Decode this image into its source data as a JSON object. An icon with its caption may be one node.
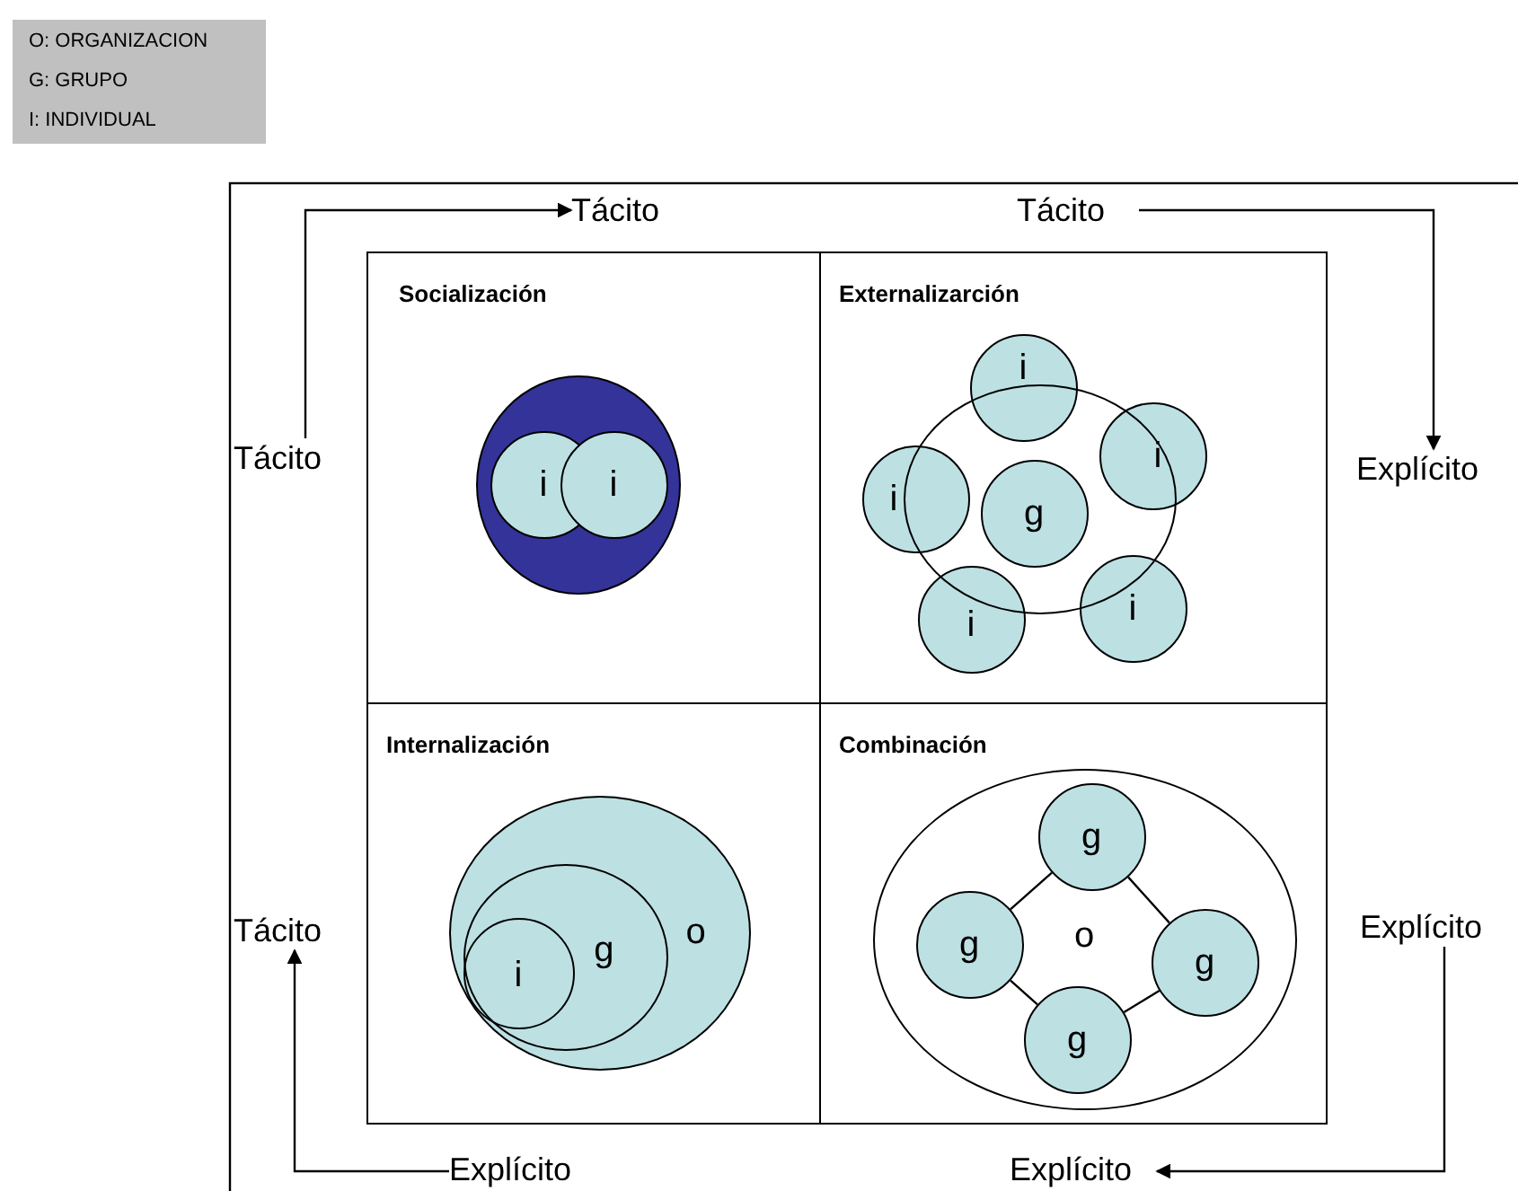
{
  "diagram": {
    "nodes": [
      {
        "text": [
          "O: ORGANIZACION",
          "G: GRUPO",
          "I: INDIVIDUAL"
        ]
      },
      {
        "text": [
          "Tácito"
        ]
      },
      {
        "text": [
          "Tácito"
        ]
      },
      {
        "text": [
          "Tácito"
        ]
      },
      {
        "text": [
          "Explícito"
        ]
      },
      {
        "text": [
          "Socialización"
        ]
      },
      {
        "text": [],
        "shape": "circle",
        "in": 5
      },
      {
        "text": [
          "i"
        ],
        "in": 6
      },
      {
        "text": [
          "i"
        ],
        "in": 6
      },
      {
        "text": [
          "Externalizarción"
        ]
      },
      {
        "text": [
          "i"
        ],
        "in": 9
      },
      {
        "text": [],
        "shape": "circle",
        "in": 9
      },
      {
        "text": [
          "g"
        ],
        "in": 11
      },
      {
        "text": [
          "i"
        ],
        "in": 9
      },
      {
        "text": [
          "i"
        ],
        "in": 9
      },
      {
        "text": [
          "i"
        ],
        "in": 9
      },
      {
        "text": [
          "i"
        ],
        "in": 9
      },
      {
        "text": [
          "Internalización"
        ]
      },
      {
        "text": [
          "o"
        ],
        "in": 17
      },
      {
        "text": [
          "g"
        ],
        "in": 18
      },
      {
        "text": [
          "i"
        ],
        "in": 19
      },
      {
        "text": [
          "Combinación"
        ]
      },
      {
        "text": [
          "o"
        ],
        "in": 21
      },
      {
        "text": [
          "g"
        ],
        "in": 22
      },
      {
        "text": [
          "g"
        ],
        "in": 22
      },
      {
        "text": [
          "g"
        ],
        "in": 22
      },
      {
        "text": [
          "g"
        ],
        "in": 22
      },
      {
        "text": [
          "Tácito"
        ]
      },
      {
        "text": [
          "Explícito"
        ]
      },
      {
        "text": [
          "Explícito"
        ]
      },
      {
        "text": [
          "Explícito"
        ]
      }
    ],
    "edges": [
      {
        "from": 1,
        "to": 2,
        "arrow": "to"
      },
      {
        "from": 3,
        "to": 4,
        "arrow": "to"
      },
      {
        "from": 28,
        "to": 30,
        "arrow": "to"
      },
      {
        "from": 29,
        "to": 27,
        "arrow": "to"
      },
      {
        "from": 23,
        "to": 25,
        "arrow": "none"
      },
      {
        "from": 25,
        "to": 26,
        "arrow": "none"
      },
      {
        "from": 26,
        "to": 24,
        "arrow": "none"
      },
      {
        "from": 24,
        "to": 23,
        "arrow": "none"
      }
    ]
  }
}
